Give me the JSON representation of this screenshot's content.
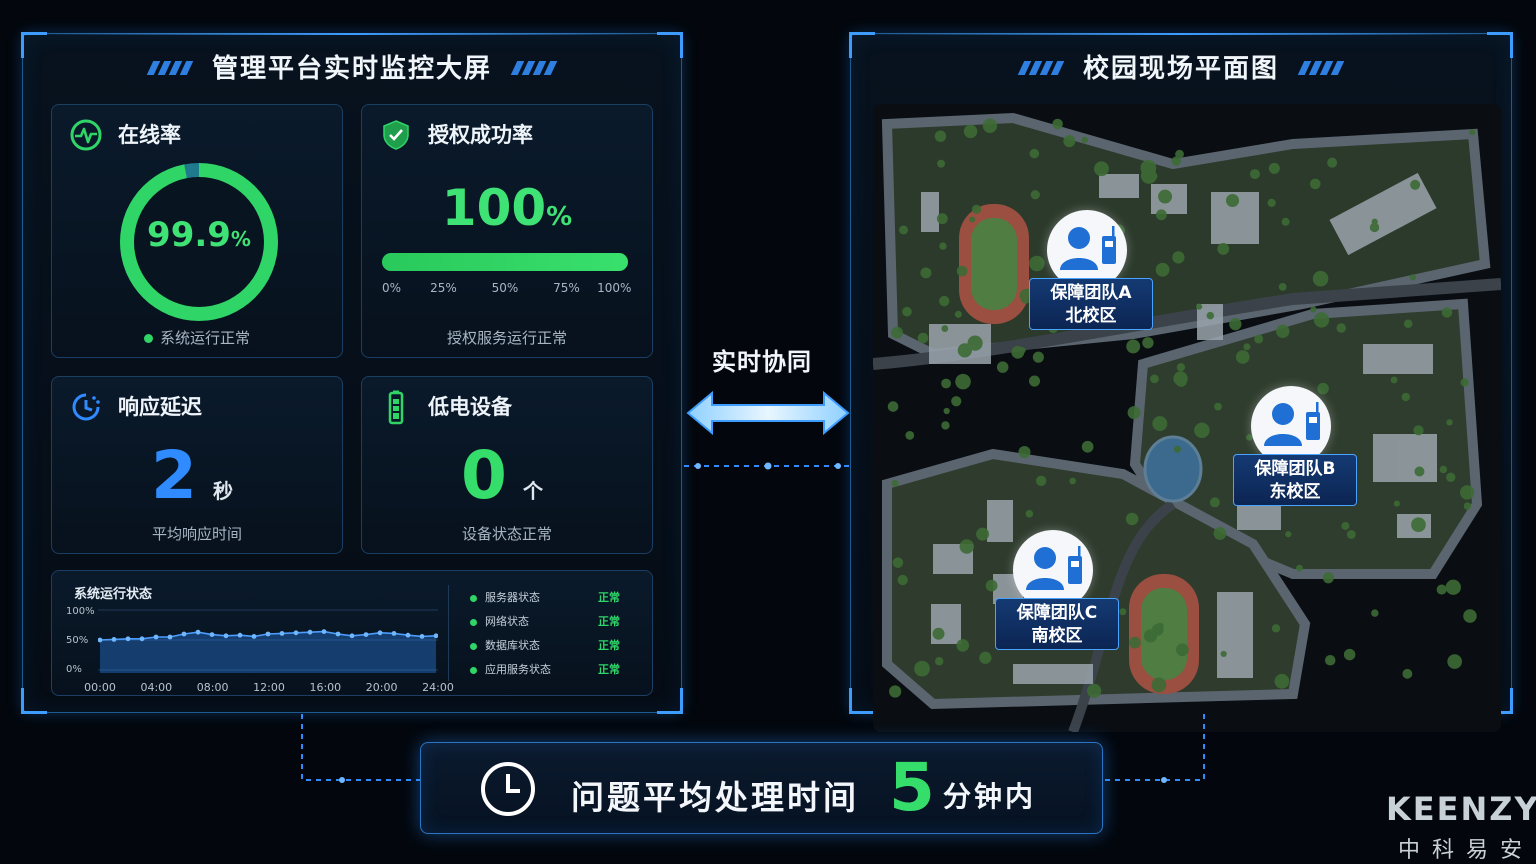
{
  "left_panel": {
    "title": "管理平台实时监控大屏",
    "online": {
      "title": "在线率",
      "value": "99.9",
      "unit": "%",
      "status": "系统运行正常",
      "percent": 97
    },
    "auth": {
      "title": "授权成功率",
      "value": "100",
      "unit": "%",
      "fill_percent": 100,
      "ticks": [
        "0%",
        "25%",
        "50%",
        "75%",
        "100%"
      ],
      "status": "授权服务运行正常"
    },
    "latency": {
      "title": "响应延迟",
      "value": "2",
      "unit": "秒",
      "status": "平均响应时间"
    },
    "low_battery": {
      "title": "低电设备",
      "value": "0",
      "unit": "个",
      "status": "设备状态正常"
    },
    "system_status": {
      "title": "系统运行状态",
      "services": [
        {
          "name": "服务器状态",
          "state": "正常"
        },
        {
          "name": "网络状态",
          "state": "正常"
        },
        {
          "name": "数据库状态",
          "state": "正常"
        },
        {
          "name": "应用服务状态",
          "state": "正常"
        }
      ]
    }
  },
  "chart_data": {
    "type": "area",
    "x_ticks": [
      "00:00",
      "04:00",
      "08:00",
      "12:00",
      "16:00",
      "20:00",
      "24:00"
    ],
    "y_ticks": [
      "100%",
      "50%",
      "0%"
    ],
    "ylim": [
      0,
      100
    ],
    "xlim": [
      0,
      24
    ],
    "x": [
      0,
      1,
      2,
      3,
      4,
      5,
      6,
      7,
      8,
      9,
      10,
      11,
      12,
      13,
      14,
      15,
      16,
      17,
      18,
      19,
      20,
      21,
      22,
      23,
      24
    ],
    "values": [
      50,
      51,
      52,
      52,
      55,
      55,
      60,
      63,
      59,
      57,
      58,
      56,
      60,
      61,
      62,
      63,
      64,
      60,
      57,
      59,
      62,
      61,
      58,
      56,
      57
    ]
  },
  "map_panel": {
    "title": "校园现场平面图",
    "teams": [
      {
        "name": "保障团队A",
        "zone": "北校区"
      },
      {
        "name": "保障团队B",
        "zone": "东校区"
      },
      {
        "name": "保障团队C",
        "zone": "南校区"
      }
    ]
  },
  "sync_label": "实时协同",
  "bottom": {
    "text": "问题平均处理时间",
    "value": "5",
    "unit": "分钟内"
  },
  "brand": {
    "en": "KEENZY",
    "cn": "中科易安"
  },
  "colors": {
    "accent_green": "#2fd567",
    "accent_blue": "#2f8bff",
    "frame_blue": "#1f5a8e"
  }
}
